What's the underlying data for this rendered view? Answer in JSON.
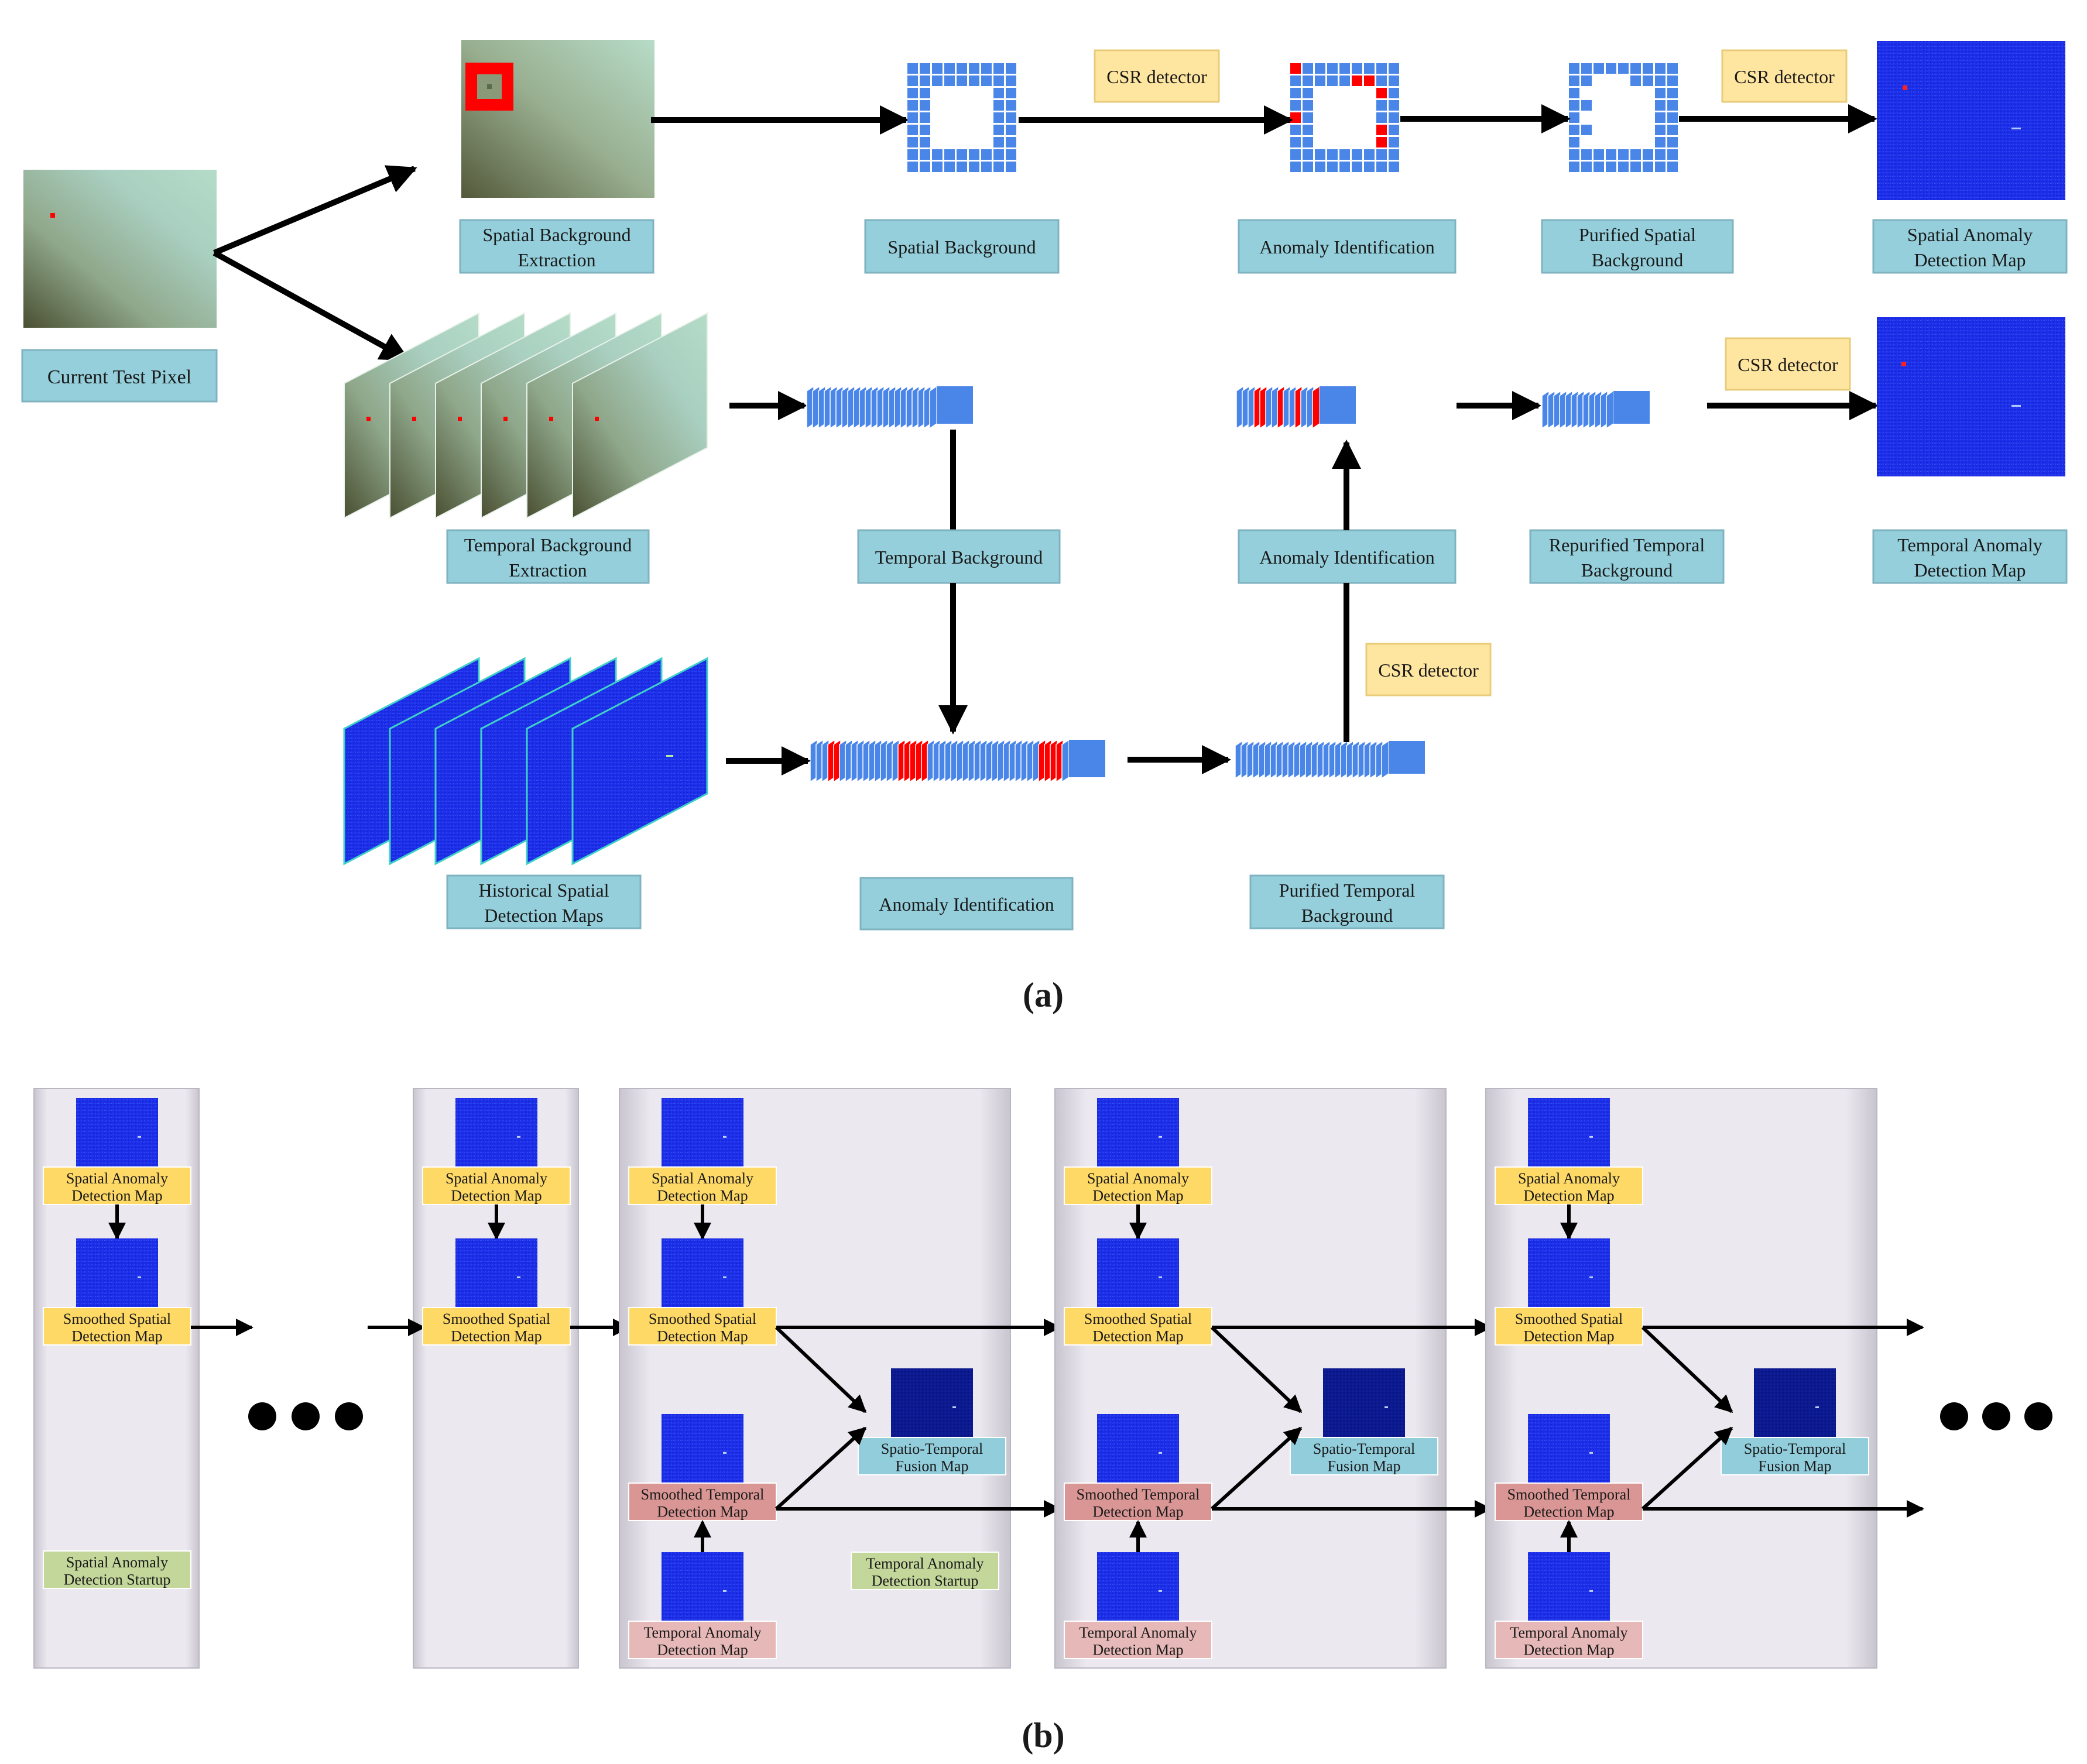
{
  "panel_a": {
    "caption": "(a)",
    "labels": {
      "current_test_pixel": "Current Test Pixel",
      "spatial_background_extraction": [
        "Spatial Background",
        "Extraction"
      ],
      "spatial_background": "Spatial Background",
      "anomaly_identification_top": "Anomaly Identification",
      "purified_spatial_background": [
        "Purified Spatial",
        "Background"
      ],
      "spatial_anomaly_detection_map": [
        "Spatial Anomaly",
        "Detection Map"
      ],
      "temporal_background_extraction": [
        "Temporal Background",
        "Extraction"
      ],
      "temporal_background": "Temporal Background",
      "anomaly_identification_mid": "Anomaly Identification",
      "repurified_temporal_background": [
        "Repurified Temporal",
        "Background"
      ],
      "temporal_anomaly_detection_map": [
        "Temporal Anomaly",
        "Detection Map"
      ],
      "historical_spatial_detection_maps": [
        "Historical Spatial",
        "Detection Maps"
      ],
      "anomaly_identification_bottom": "Anomaly Identification",
      "purified_temporal_background": [
        "Purified Temporal",
        "Background"
      ]
    },
    "csr_detector": "CSR detector"
  },
  "panel_b": {
    "caption": "(b)",
    "spatial_anomaly_detection_map": [
      "Spatial Anomaly",
      "Detection Map"
    ],
    "smoothed_spatial_detection_map": [
      "Smoothed Spatial",
      "Detection Map"
    ],
    "smoothed_temporal_detection_map": [
      "Smoothed Temporal",
      "Detection Map"
    ],
    "temporal_anomaly_detection_map": [
      "Temporal Anomaly",
      "Detection Map"
    ],
    "spatio_temporal_fusion_map": [
      "Spatio-Temporal",
      "Fusion Map"
    ],
    "spatial_anomaly_detection_startup": [
      "Spatial Anomaly",
      "Detection Startup"
    ],
    "temporal_anomaly_detection_startup": [
      "Temporal Anomaly",
      "Detection Startup"
    ]
  },
  "colors": {
    "label_box": "#94cfdb",
    "csr_box": "#ffe6a0",
    "spatial_box": "#ffd966",
    "temporal_box": "#d99694",
    "temporal_map_box": "#e6b8b7",
    "fusion_box": "#92cddc",
    "startup_box": "#c4d79b",
    "grid_cell": "#4a86e8",
    "anomaly": "#ff0000",
    "panel_bg": "#e8e5ee"
  }
}
